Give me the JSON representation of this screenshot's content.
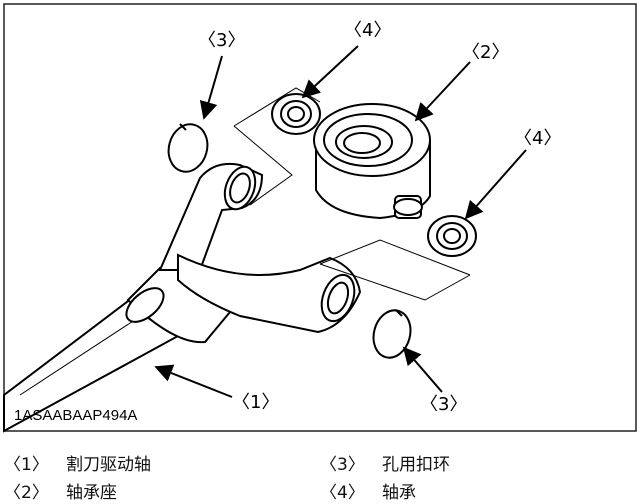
{
  "figure_code": "1ASAABAAP494A",
  "callouts": {
    "c1": "〈1〉",
    "c2": "〈2〉",
    "c3_top": "〈3〉",
    "c3_bottom": "〈3〉",
    "c4_left": "〈4〉",
    "c4_right": "〈4〉"
  },
  "legend": [
    {
      "num": "〈1〉",
      "text": "割刀驱动轴"
    },
    {
      "num": "〈2〉",
      "text": "轴承座"
    },
    {
      "num": "〈3〉",
      "text": "孔用扣环"
    },
    {
      "num": "〈4〉",
      "text": "轴承"
    }
  ],
  "colors": {
    "line": "#000000",
    "frame": "#222222",
    "background": "#ffffff"
  }
}
